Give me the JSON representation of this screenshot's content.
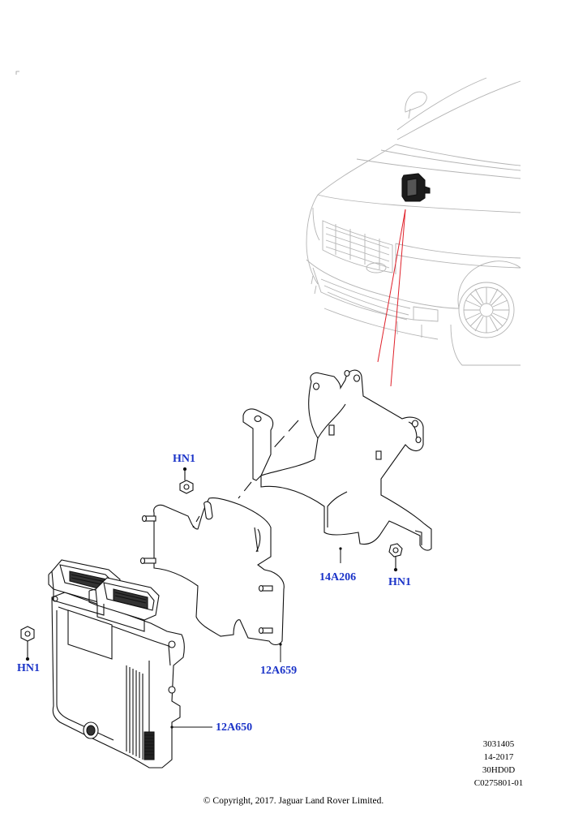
{
  "callouts": {
    "hn1_top": "HN1",
    "hn1_right": "HN1",
    "hn1_left": "HN1",
    "bracket_upper": "14A206",
    "bracket_lower": "12A659",
    "module": "12A650"
  },
  "meta": {
    "line1": "3031405",
    "line2": "14-2017",
    "line3": "30HD0D",
    "line4": "C0275801-01"
  },
  "copyright": "© Copyright, 2017. Jaguar Land Rover Limited.",
  "colors": {
    "callout": "#1a33c8",
    "leader_red": "#e0202a",
    "car_outline": "#b4b4b4"
  }
}
